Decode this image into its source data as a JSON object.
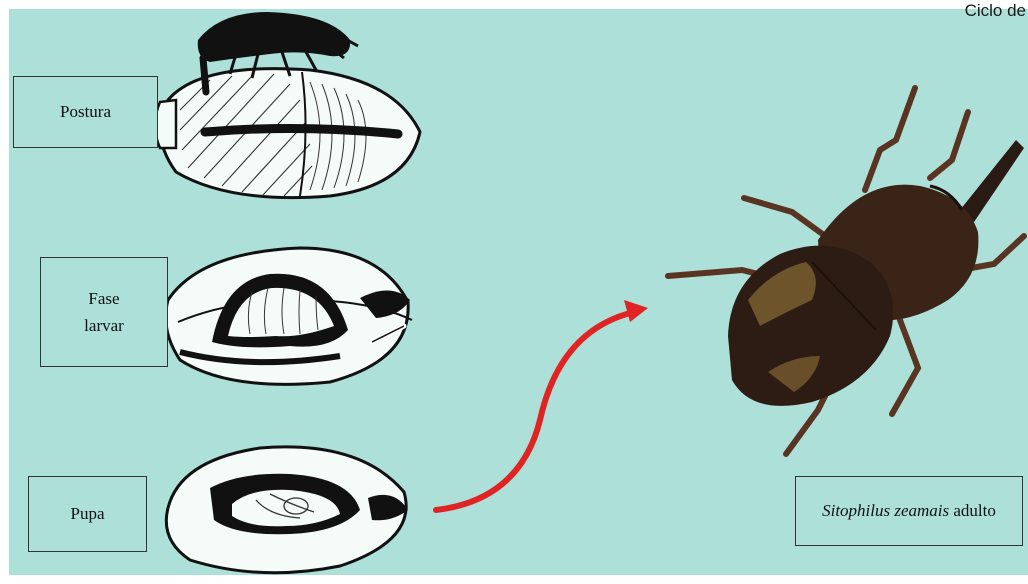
{
  "header": {
    "title_fragment": "Ciclo de"
  },
  "stages": {
    "postura": {
      "label": "Postura"
    },
    "larvar": {
      "label_line1": "Fase",
      "label_line2": "larvar"
    },
    "pupa": {
      "label": "Pupa"
    }
  },
  "adult": {
    "label_species": "Sitophilus zeamais",
    "label_suffix": " adulto"
  },
  "colors": {
    "background": "#ace0d9",
    "arrow": "#e02424",
    "outline": "#111111",
    "beetle": "#3a2418"
  }
}
